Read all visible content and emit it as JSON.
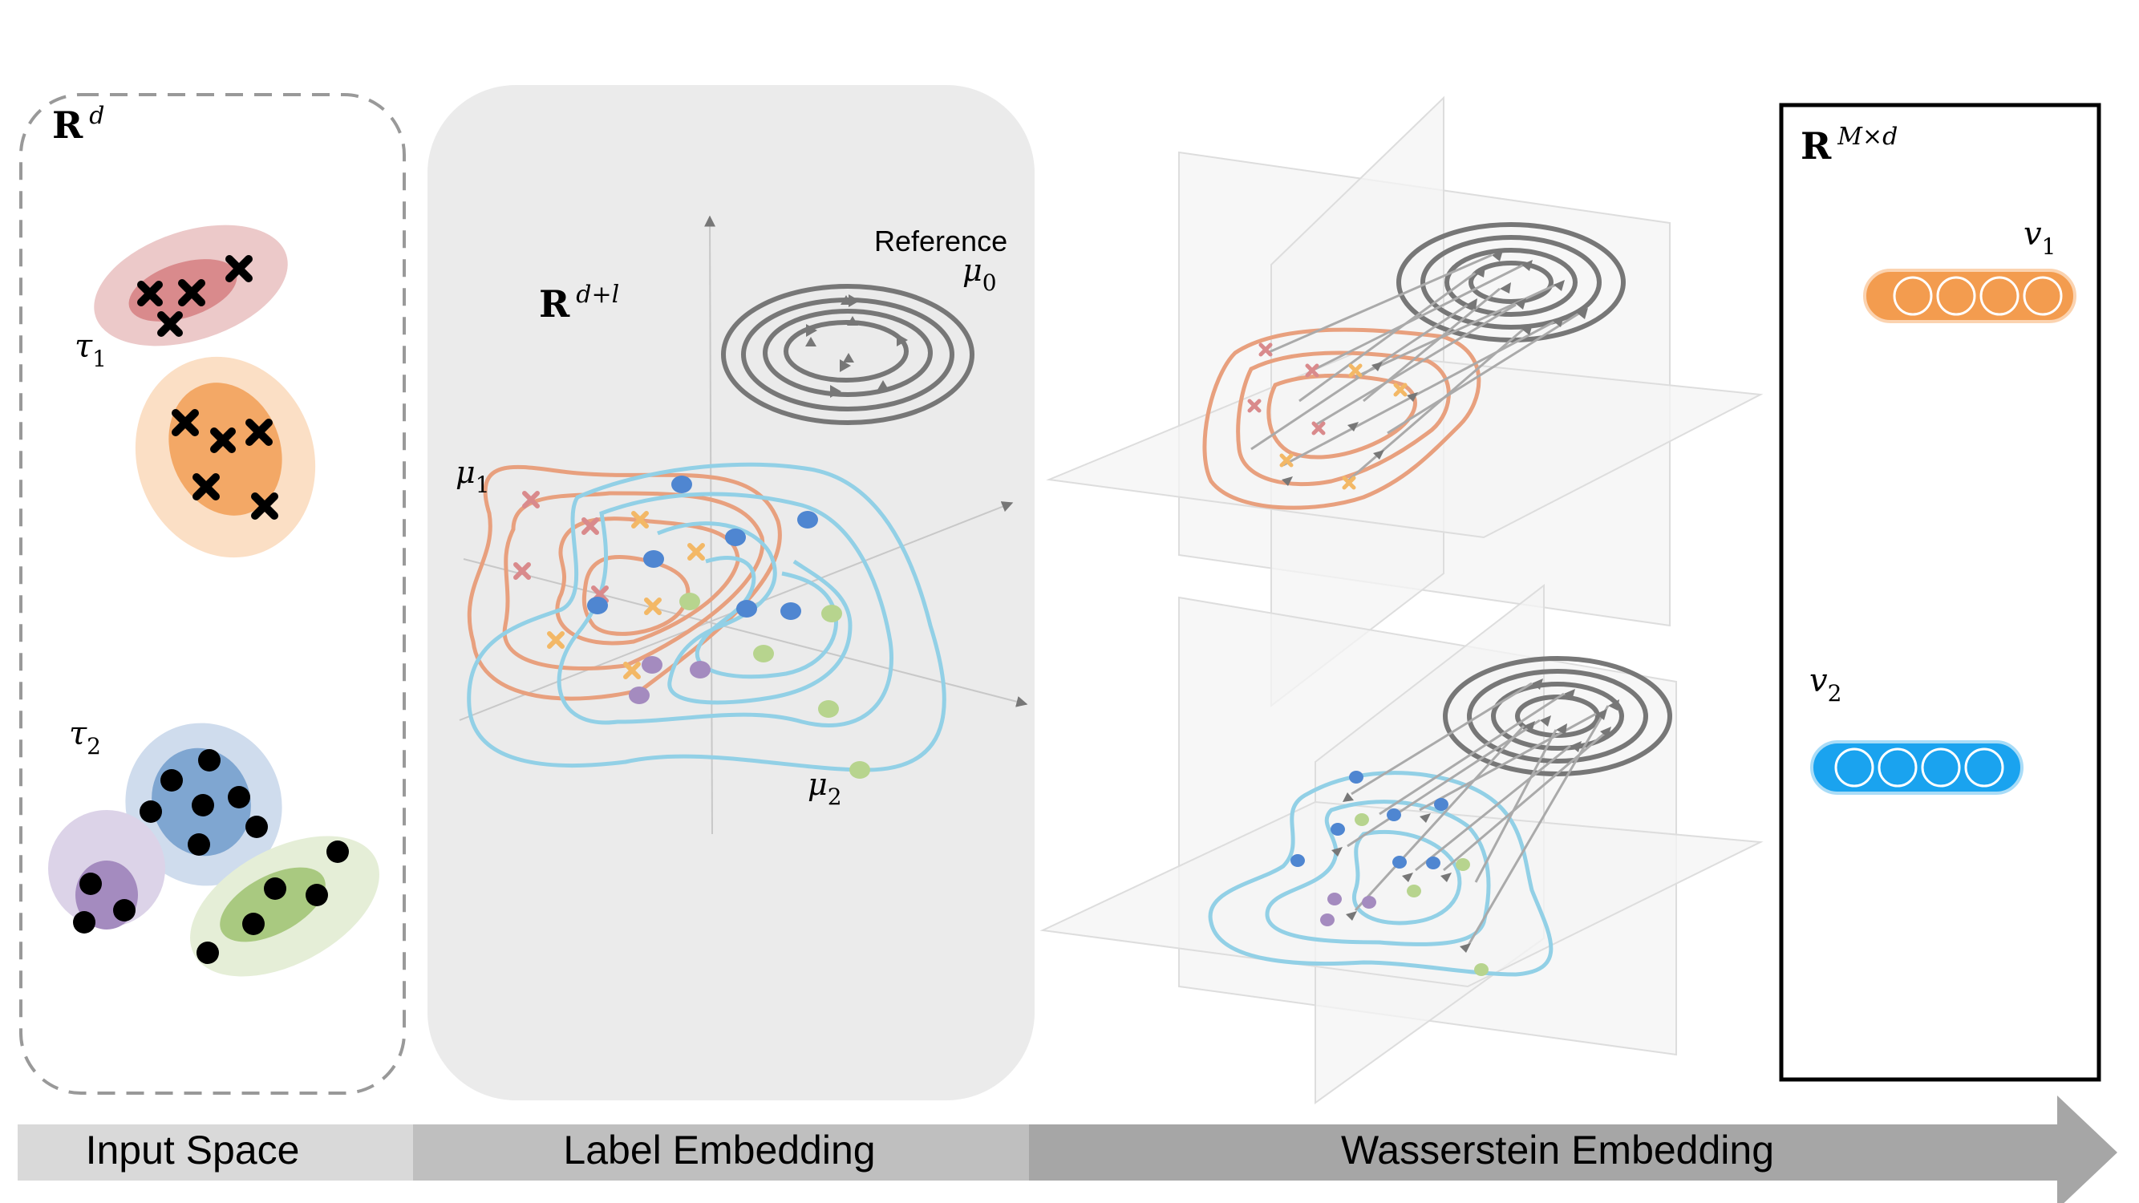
{
  "panels": {
    "input": {
      "space_base": "R",
      "space_sup": "d",
      "task1_base": "τ",
      "task1_sub": "1",
      "task2_base": "τ",
      "task2_sub": "2"
    },
    "label": {
      "space_base": "R",
      "space_sup": "d+l",
      "reference_text": "Reference",
      "mu0_base": "μ",
      "mu0_sub": "0",
      "mu1_base": "μ",
      "mu1_sub": "1",
      "mu2_base": "μ",
      "mu2_sub": "2"
    },
    "output": {
      "space_base": "R",
      "space_sup": "M×d",
      "v1_base": "v",
      "v1_sub": "1",
      "v2_base": "v",
      "v2_sub": "2"
    }
  },
  "stages": {
    "input_space": "Input Space",
    "label_embedding": "Label Embedding",
    "wasserstein_embedding": "Wasserstein Embedding"
  },
  "colors": {
    "red_cluster": "#d98a8c",
    "orange_cluster": "#f3a866",
    "blue_cluster": "#7fa6d1",
    "purple_cluster": "#a48bbf",
    "green_cluster": "#a9c980",
    "contour_orange": "#e8a07e",
    "contour_blue": "#92d0e6",
    "reference_gray": "#777777",
    "v1_fill": "#f39c4f",
    "v2_fill": "#1aa3ef"
  }
}
